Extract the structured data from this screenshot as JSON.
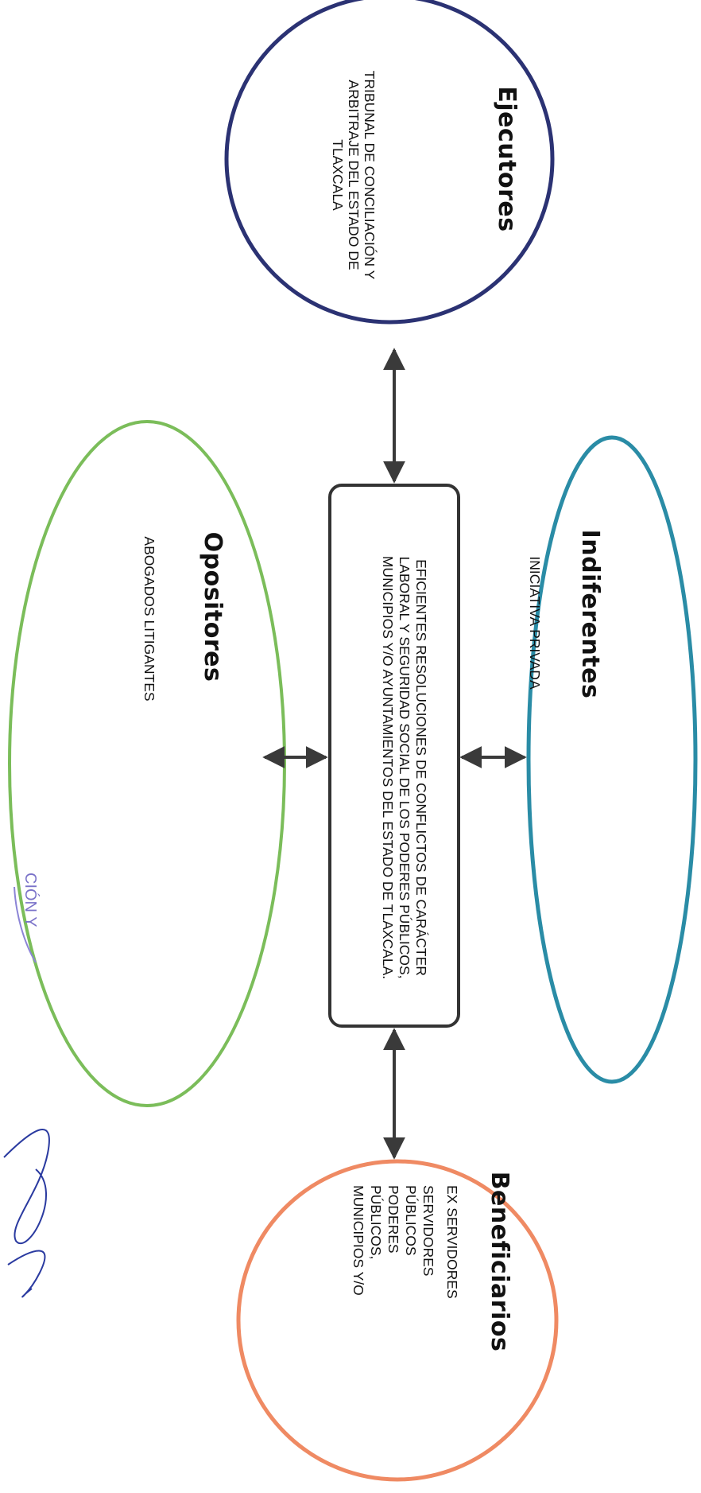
{
  "center": {
    "text": "EFICIENTES RESOLUCIONES DE CONFLICTOS DE CARÁCTER LABORAL Y SEGURIDAD SOCIAL DE LOS PODERES PÚBLICOS, MUNICIPIOS Y/O AYUNTAMIENTOS DEL ESTADO DE TLAXCALA."
  },
  "ejecutores": {
    "title": "Ejecutores",
    "text": "TRIBUNAL DE CONCILIACIÓN Y ARBITRAJE DEL ESTADO DE TLAXCALA",
    "color": "#2b3273"
  },
  "indiferentes": {
    "title": "Indiferentes",
    "text": "INICIATIVA PRIVADA",
    "color": "#2a8ca6"
  },
  "opositores": {
    "title": "Opositores",
    "text": "ABOGADOS LITIGANTES",
    "color": "#7bbd5a"
  },
  "beneficiarios": {
    "title": "Beneficiarios",
    "lines": [
      "EX SERVIDORES",
      "SERVIDORES",
      "PÚBLICOS",
      "PODERES",
      "PÚBLICOS,",
      "MUNICIPIOS Y/O"
    ],
    "color": "#ef8a63"
  },
  "stamp_text": "CIÓN Y"
}
